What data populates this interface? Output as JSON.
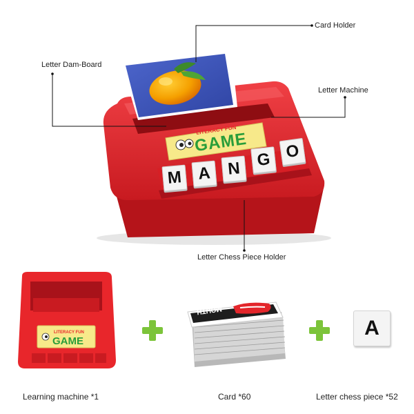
{
  "callouts": {
    "card_holder": "Card Holder",
    "letter_dam_board": "Letter Dam-Board",
    "letter_machine": "Letter Machine",
    "letter_chess_piece_holder": "Letter Chess Piece Holder"
  },
  "toy": {
    "logo_small": "LITERACY FUN",
    "logo_big": "GAME",
    "word_tiles": [
      "M",
      "A",
      "N",
      "G",
      "O"
    ]
  },
  "components": [
    {
      "label": "Learning machine *1"
    },
    {
      "label": "Card *60",
      "card_text": "MOUTH"
    },
    {
      "label": "Letter chess piece *52",
      "tile_letter": "A"
    }
  ],
  "colors": {
    "toy_red": "#e8262b",
    "toy_red_dark": "#b5141a",
    "card_blue": "#3a52b8",
    "plus_green": "#7cc43a"
  }
}
